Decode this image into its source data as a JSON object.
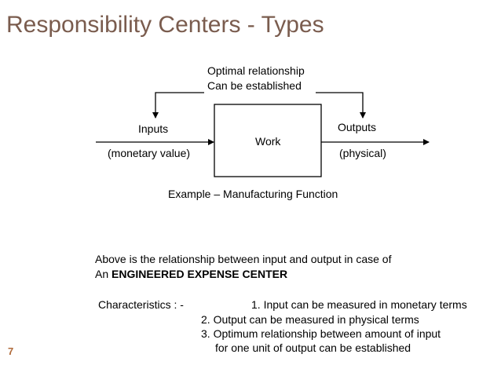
{
  "slide": {
    "title": "Responsibility Centers - Types",
    "page_number": "7",
    "accent_color": "#7a5c4e"
  },
  "diagram": {
    "top_label_line1": "Optimal relationship",
    "top_label_line2": "Can be established",
    "inputs_label": "Inputs",
    "inputs_sub": "(monetary value)",
    "box_label": "Work",
    "outputs_label": "Outputs",
    "outputs_sub": "(physical)",
    "example": "Example – Manufacturing Function"
  },
  "body": {
    "line1": "Above is the relationship between input and output in case of",
    "line2_prefix": "An ",
    "line2_bold": "ENGINEERED EXPENSE CENTER",
    "characteristics_label": "Characteristics : -",
    "items": [
      "1. Input can be measured in monetary terms",
      "2. Output can be measured in physical terms",
      "3. Optimum relationship between amount of input",
      "for one unit of output can be established"
    ]
  }
}
